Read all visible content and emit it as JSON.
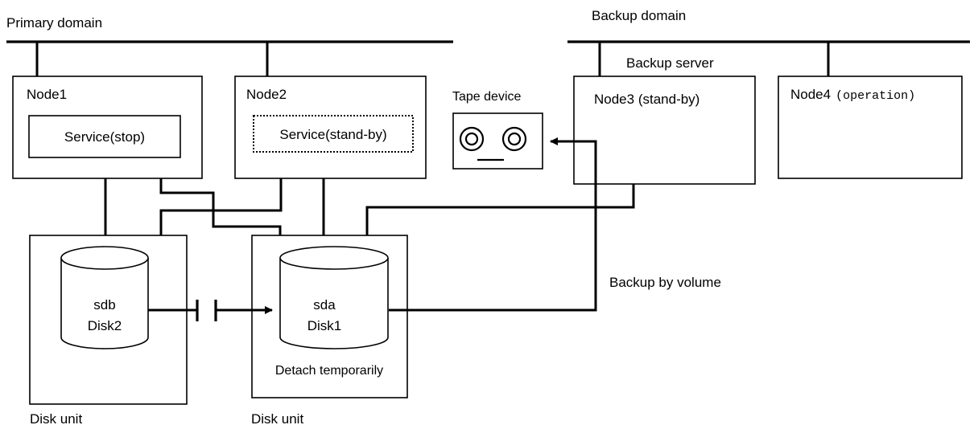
{
  "domains": {
    "primary": "Primary domain",
    "backup": "Backup domain"
  },
  "nodes": {
    "node1": {
      "name": "Node1",
      "service": "Service(stop)"
    },
    "node2": {
      "name": "Node2",
      "service": "Service(stand-by)"
    },
    "node3": {
      "caption": "Backup server",
      "name": "Node3 (stand-by)"
    },
    "node4": {
      "name": "Node4",
      "status": "(operation)"
    }
  },
  "tape": {
    "label": "Tape device"
  },
  "disk_units": {
    "left": {
      "caption": "Disk unit",
      "device": "sdb",
      "disk": "Disk2"
    },
    "right": {
      "caption": "Disk unit",
      "device": "sda",
      "disk": "Disk1",
      "note": "Detach temporarily"
    }
  },
  "backup_label": "Backup by volume"
}
